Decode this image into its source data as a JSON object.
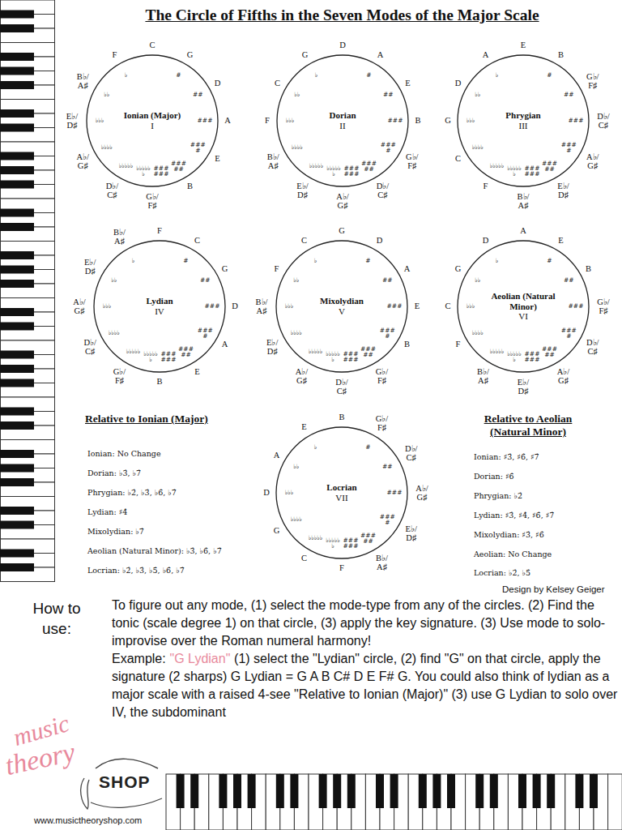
{
  "diagram": {
    "title": "The Circle of Fifths in the Seven Modes of the Major Scale",
    "nodes": [
      {
        "text": [
          "Ionian (Major)",
          "I"
        ]
      },
      {
        "text": [
          "Dorian",
          "II"
        ]
      },
      {
        "text": [
          "Phrygian",
          "III"
        ]
      },
      {
        "text": [
          "Lydian",
          "IV"
        ]
      },
      {
        "text": [
          "Mixolydian",
          "V"
        ]
      },
      {
        "text": [
          "Aeolian (Natural Minor)",
          "VI"
        ]
      },
      {
        "text": [
          "Locrian",
          "VII"
        ]
      }
    ],
    "labels": [
      "C",
      "G",
      "D",
      "A",
      "E",
      "B",
      "G♭/ F♯",
      "D♭/ C♯",
      "A♭/ G♯",
      "E♭/ D♯",
      "B♭/ A♯",
      "F",
      "#",
      "##",
      "###",
      "####",
      "#####",
      "♭♭♭♭♭♭",
      "######",
      "♭♭♭♭♭",
      "♭♭♭♭",
      "♭♭♭",
      "♭♭",
      "♭",
      "D",
      "A",
      "E",
      "B",
      "G♭/ F♯",
      "D♭/ C♯",
      "A♭/ G♯",
      "E♭/ D♯",
      "B♭/ A♯",
      "F",
      "C",
      "G",
      "#",
      "##",
      "###",
      "####",
      "#####",
      "♭♭♭♭♭♭",
      "######",
      "♭♭♭♭♭",
      "♭♭♭♭",
      "♭♭♭",
      "♭♭",
      "♭",
      "E",
      "B",
      "G♭/ F♯",
      "D♭/ C♯",
      "A♭/ G♯",
      "E♭/ D♯",
      "B♭/ A♯",
      "F",
      "C",
      "G",
      "D",
      "A",
      "#",
      "##",
      "###",
      "####",
      "#####",
      "♭♭♭♭♭♭",
      "######",
      "♭♭♭♭♭",
      "♭♭♭♭",
      "♭♭♭",
      "♭♭",
      "♭",
      "F",
      "C",
      "G",
      "D",
      "A",
      "E",
      "B",
      "G♭/ F♯",
      "D♭/ C♯",
      "A♭/ G♯",
      "E♭/ D♯",
      "B♭/ A♯",
      "#",
      "##",
      "###",
      "####",
      "#####",
      "♭♭♭♭♭♭",
      "######",
      "♭♭♭♭♭",
      "♭♭♭♭",
      "♭♭♭",
      "♭♭",
      "♭",
      "G",
      "D",
      "A",
      "E",
      "B",
      "G♭/ F♯",
      "D♭/ C♯",
      "A♭/ G♯",
      "E♭/ D♯",
      "B♭/ A♯",
      "F",
      "C",
      "#",
      "##",
      "###",
      "####",
      "#####",
      "♭♭♭♭♭♭",
      "######",
      "♭♭♭♭♭",
      "♭♭♭♭",
      "♭♭♭",
      "♭♭",
      "♭",
      "A",
      "E",
      "B",
      "G♭/ F♯",
      "D♭/ C♯",
      "A♭/ G♯",
      "E♭/ D♯",
      "B♭/ A♯",
      "F",
      "C",
      "G",
      "D",
      "#",
      "##",
      "###",
      "####",
      "#####",
      "♭♭♭♭♭♭",
      "######",
      "♭♭♭♭♭",
      "♭♭♭♭",
      "♭♭♭",
      "♭♭",
      "♭",
      "B",
      "G♭/ F♯",
      "D♭/ C♯",
      "A♭/ G♯",
      "E♭/ D♯",
      "B♭/ A♯",
      "F",
      "C",
      "G",
      "D",
      "A",
      "E",
      "#",
      "##",
      "###",
      "####",
      "#####",
      "♭♭♭♭♭♭",
      "######",
      "♭♭♭♭♭",
      "♭♭♭♭",
      "♭♭♭",
      "♭♭",
      "♭",
      "Relative to Ionian (Major)",
      "Ionian: No Change",
      "Dorian: ♭3̂, ♭7̂",
      "Phrygian: ♭2̂, ♭3̂, ♭6̂, ♭7̂",
      "Lydian: ♯4̂",
      "Mixolydian: ♭7̂",
      "Aeolian (Natural Minor): ♭3̂, ♭6̂, ♭7̂",
      "Locrian: ♭2̂, ♭3̂, ♭5̂, ♭6̂, ♭7̂",
      "Relative to Aeolian (Natural Minor)",
      "Ionian: ♯3̂, ♯6̂, ♯7̂",
      "Dorian: ♯6̂",
      "Phrygian: ♭2̂",
      "Lydian: ♯3̂, ♯4̂, ♯6̂, ♯7̂",
      "Mixolydian: ♯3̂, ♯6̂",
      "Aeolian: No Change",
      "Locrian: ♭2̂, ♭5̂",
      "Design by Kelsey Geiger",
      "How to use:",
      "To figure out any mode, (1) select the mode-type from any of the circles. (2) Find the tonic (scale degree 1) on that circle, (3) apply the key signature. (3) Use mode to solo-improvise over the Roman numeral harmony!",
      "Example:",
      "\"G Lydian\"",
      "(1) select the \"Lydian\" circle, (2) find \"G\" on that circle, apply the signature (2 sharps) G Lydian = G A B C# D E F# G. You could also think of lydian as a major scale with a raised 4-see \"Relative to Ionian (Major)\" (3) use G Lydian to solo over IV, the subdominant",
      "music",
      "theory",
      "SHOP",
      "www.musictheoryshop.com"
    ]
  }
}
